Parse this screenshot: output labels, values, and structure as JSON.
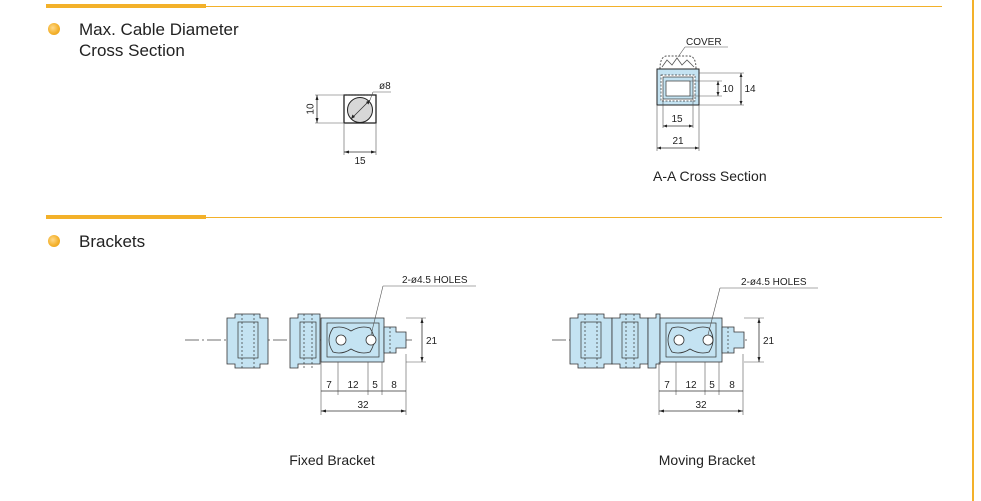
{
  "sections": {
    "cross_section": {
      "title_line1": "Max. Cable Diameter",
      "title_line2": "Cross Section"
    },
    "brackets": {
      "title": "Brackets"
    }
  },
  "cable_figure": {
    "height_dim": "10",
    "width_dim": "15",
    "diameter_label": "ø8"
  },
  "aa_figure": {
    "cover_label": "COVER",
    "inner_height_dim": "10",
    "outer_height_dim": "14",
    "inner_width_dim": "15",
    "outer_width_dim": "21",
    "caption": "A-A Cross Section"
  },
  "fixed_bracket": {
    "holes_label": "2-ø4.5 HOLES",
    "height_dim": "21",
    "dims": [
      "7",
      "12",
      "5",
      "8"
    ],
    "total_dim": "32",
    "caption": "Fixed Bracket"
  },
  "moving_bracket": {
    "holes_label": "2-ø4.5 HOLES",
    "height_dim": "21",
    "dims": [
      "7",
      "12",
      "5",
      "8"
    ],
    "total_dim": "32",
    "caption": "Moving Bracket"
  },
  "colors": {
    "accent": "#f3b12a",
    "part_fill": "#c4e3f2"
  }
}
